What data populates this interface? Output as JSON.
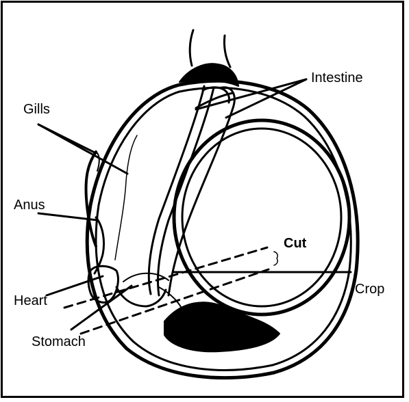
{
  "labels": {
    "intestine": "Intestine",
    "gills": "Gills",
    "anus": "Anus",
    "cut": "Cut",
    "crop": "Crop",
    "heart": "Heart",
    "stomach": "Stomach"
  }
}
